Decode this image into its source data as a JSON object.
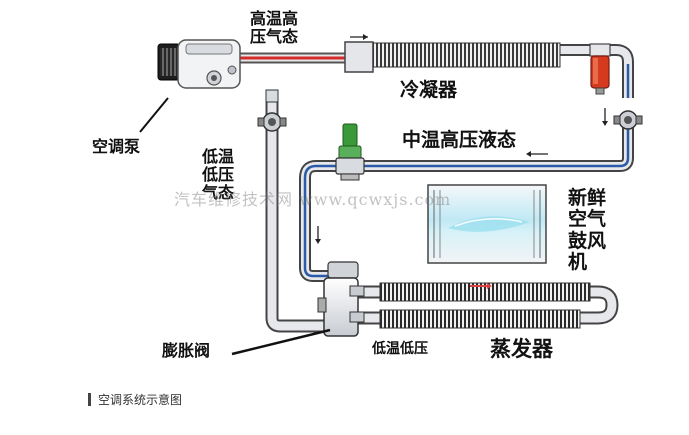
{
  "labels": {
    "high_temp_high_pressure_gas": "高温高\n压气态",
    "condenser": "冷凝器",
    "compressor": "空调泵",
    "low_temp_low_pressure_gas": "低温\n低压\n气态",
    "mid_temp_high_pressure_liquid": "中温高压液态",
    "fresh_air_blower": "新鲜\n空气\n鼓风\n机",
    "expansion_valve": "膨胀阀",
    "low_temp_low_pressure": "低温低压",
    "evaporator": "蒸发器"
  },
  "watermark": "汽车维修技术网 www.qcwxjs.com",
  "caption": "空调系统示意图",
  "colors": {
    "high_pressure_gas_line": "#d42a2a",
    "liquid_line": "#2a5aa8",
    "pipe_outline": "#444444",
    "pipe_fill": "#e4e6ea",
    "condenser_coil": "#333333",
    "receiver_drier": "#d63a1e",
    "sight_glass": "#3a9a3a",
    "airflow": "#9fe0f0"
  },
  "icons": {
    "compressor": "compressor-icon",
    "receiver_drier": "receiver-drier-icon",
    "blower": "blower-fan-icon"
  }
}
